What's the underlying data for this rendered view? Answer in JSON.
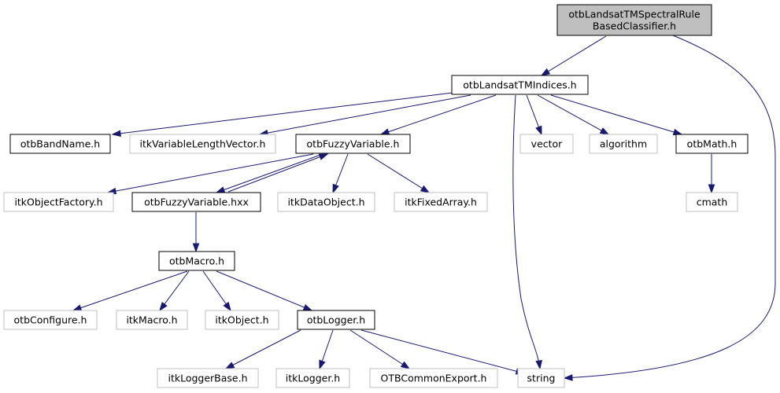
{
  "diagram": {
    "type": "include-dependency-graph",
    "colors": {
      "edge": "#191970",
      "root_fill": "#bfbfbf",
      "documented_border": "#000000",
      "external_border": "#bfbfbf"
    },
    "nodes": [
      {
        "id": "root",
        "lines": [
          "otbLandsatTMSpectralRule",
          "BasedClassifier.h"
        ],
        "kind": "root"
      },
      {
        "id": "indices",
        "lines": [
          "otbLandsatTMIndices.h"
        ],
        "kind": "documented"
      },
      {
        "id": "bandname",
        "lines": [
          "otbBandName.h"
        ],
        "kind": "documented"
      },
      {
        "id": "vlv",
        "lines": [
          "itkVariableLengthVector.h"
        ],
        "kind": "external"
      },
      {
        "id": "fuzzy",
        "lines": [
          "otbFuzzyVariable.h"
        ],
        "kind": "documented"
      },
      {
        "id": "vector",
        "lines": [
          "vector"
        ],
        "kind": "external"
      },
      {
        "id": "algorithm",
        "lines": [
          "algorithm"
        ],
        "kind": "external"
      },
      {
        "id": "math",
        "lines": [
          "otbMath.h"
        ],
        "kind": "documented"
      },
      {
        "id": "objfactory",
        "lines": [
          "itkObjectFactory.h"
        ],
        "kind": "external"
      },
      {
        "id": "fuzzyhxx",
        "lines": [
          "otbFuzzyVariable.hxx"
        ],
        "kind": "documented"
      },
      {
        "id": "dataobj",
        "lines": [
          "itkDataObject.h"
        ],
        "kind": "external"
      },
      {
        "id": "fixedarr",
        "lines": [
          "itkFixedArray.h"
        ],
        "kind": "external"
      },
      {
        "id": "cmath",
        "lines": [
          "cmath"
        ],
        "kind": "external"
      },
      {
        "id": "macro",
        "lines": [
          "otbMacro.h"
        ],
        "kind": "documented"
      },
      {
        "id": "configure",
        "lines": [
          "otbConfigure.h"
        ],
        "kind": "external"
      },
      {
        "id": "itkmacro",
        "lines": [
          "itkMacro.h"
        ],
        "kind": "external"
      },
      {
        "id": "itkobject",
        "lines": [
          "itkObject.h"
        ],
        "kind": "external"
      },
      {
        "id": "logger",
        "lines": [
          "otbLogger.h"
        ],
        "kind": "documented"
      },
      {
        "id": "loggerbase",
        "lines": [
          "itkLoggerBase.h"
        ],
        "kind": "external"
      },
      {
        "id": "itklogger",
        "lines": [
          "itkLogger.h"
        ],
        "kind": "external"
      },
      {
        "id": "commonexport",
        "lines": [
          "OTBCommonExport.h"
        ],
        "kind": "external"
      },
      {
        "id": "string",
        "lines": [
          "string"
        ],
        "kind": "external"
      }
    ],
    "edges": [
      {
        "from": "root",
        "to": "indices"
      },
      {
        "from": "root",
        "to": "string"
      },
      {
        "from": "indices",
        "to": "bandname"
      },
      {
        "from": "indices",
        "to": "vlv"
      },
      {
        "from": "indices",
        "to": "fuzzy"
      },
      {
        "from": "indices",
        "to": "string"
      },
      {
        "from": "indices",
        "to": "vector"
      },
      {
        "from": "indices",
        "to": "algorithm"
      },
      {
        "from": "indices",
        "to": "math"
      },
      {
        "from": "fuzzy",
        "to": "objfactory"
      },
      {
        "from": "fuzzy",
        "to": "fuzzyhxx"
      },
      {
        "from": "fuzzy",
        "to": "dataobj"
      },
      {
        "from": "fuzzy",
        "to": "fixedarr"
      },
      {
        "from": "fuzzyhxx",
        "to": "fuzzy"
      },
      {
        "from": "fuzzyhxx",
        "to": "macro"
      },
      {
        "from": "math",
        "to": "cmath"
      },
      {
        "from": "macro",
        "to": "configure"
      },
      {
        "from": "macro",
        "to": "itkmacro"
      },
      {
        "from": "macro",
        "to": "itkobject"
      },
      {
        "from": "macro",
        "to": "logger"
      },
      {
        "from": "logger",
        "to": "loggerbase"
      },
      {
        "from": "logger",
        "to": "itklogger"
      },
      {
        "from": "logger",
        "to": "commonexport"
      },
      {
        "from": "logger",
        "to": "string"
      }
    ]
  }
}
